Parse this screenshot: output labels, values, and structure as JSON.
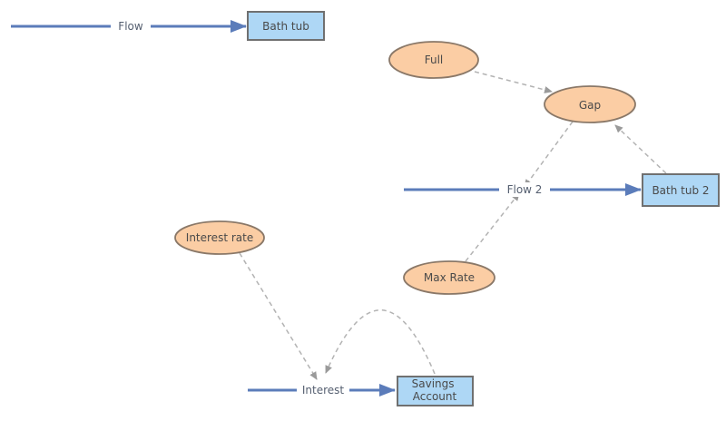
{
  "diagram": {
    "type": "stock-and-flow-diagram",
    "colors": {
      "background": "#ffffff",
      "stock_fill": "#aed7f5",
      "stock_border": "#707070",
      "variable_fill": "#fbcda4",
      "variable_border": "#8a7868",
      "flow_arrow": "#5b7cba",
      "dashed_link": "#b3b3b3",
      "link_arrowhead": "#9a9a9a",
      "label_text": "#4a4a4a"
    },
    "stocks": {
      "bath_tub": {
        "label": "Bath tub"
      },
      "bath_tub_2": {
        "label": "Bath tub 2"
      },
      "savings_account": {
        "label_line1": "Savings",
        "label_line2": "Account"
      }
    },
    "variables": {
      "full": {
        "label": "Full"
      },
      "gap": {
        "label": "Gap"
      },
      "max_rate": {
        "label": "Max Rate"
      },
      "interest_rate": {
        "label": "Interest rate"
      }
    },
    "flows": {
      "flow": {
        "label": "Flow",
        "into": "Bath tub"
      },
      "flow_2": {
        "label": "Flow 2",
        "into": "Bath tub 2"
      },
      "interest": {
        "label": "Interest",
        "into": "Savings Account"
      }
    },
    "links": [
      {
        "from": "Full",
        "to": "Gap"
      },
      {
        "from": "Bath tub 2",
        "to": "Gap"
      },
      {
        "from": "Gap",
        "to": "Flow 2"
      },
      {
        "from": "Max Rate",
        "to": "Flow 2"
      },
      {
        "from": "Interest rate",
        "to": "Interest"
      },
      {
        "from": "Savings Account",
        "to": "Interest"
      }
    ]
  }
}
